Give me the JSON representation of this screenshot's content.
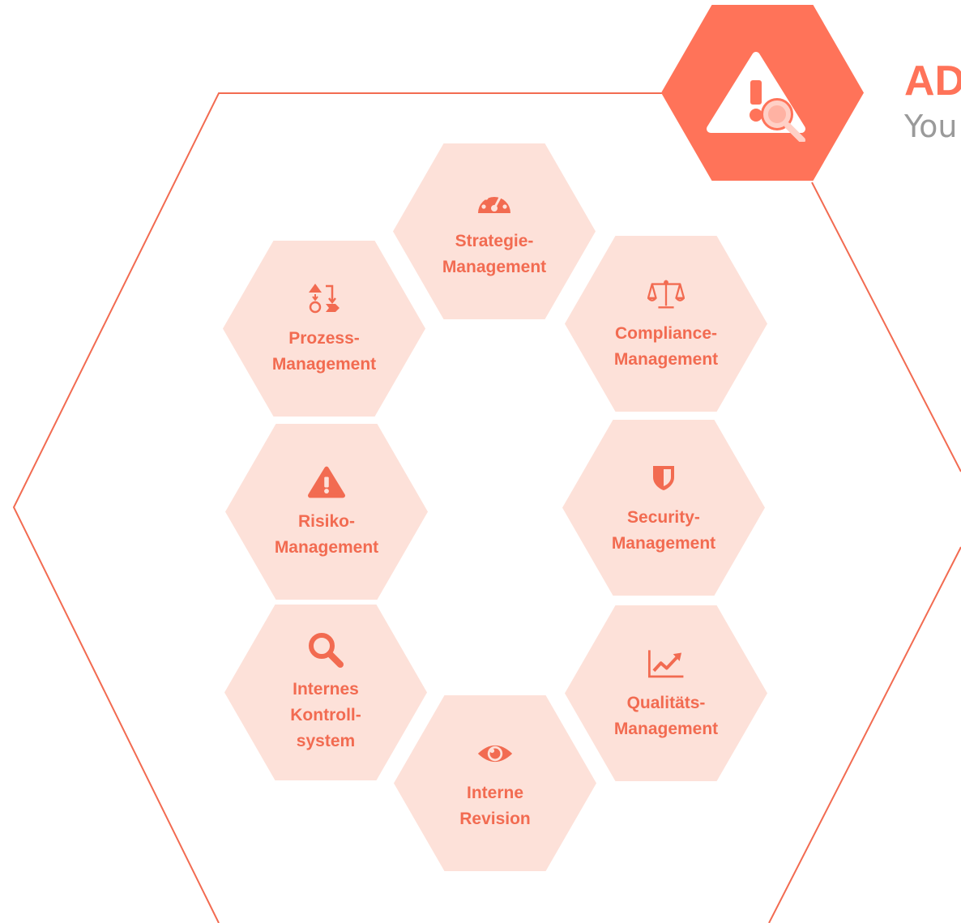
{
  "brand": {
    "title": "AD",
    "tagline": "You"
  },
  "colors": {
    "accent": "#ff7359",
    "tile_background": "#fde1d9",
    "tile_text": "#f26b51",
    "outline": "#f26b51",
    "tagline": "#9a9a9a"
  },
  "modules": [
    {
      "id": "strategie",
      "icon": "gauge-icon",
      "lines": [
        "Strategie-",
        "Management"
      ]
    },
    {
      "id": "compliance",
      "icon": "balance-scale-icon",
      "lines": [
        "Compliance-",
        "Management"
      ]
    },
    {
      "id": "security",
      "icon": "shield-icon",
      "lines": [
        "Security-",
        "Management"
      ]
    },
    {
      "id": "qualitaet",
      "icon": "line-chart-icon",
      "lines": [
        "Qualitäts-",
        "Management"
      ]
    },
    {
      "id": "revision",
      "icon": "eye-icon",
      "lines": [
        "Interne",
        "Revision"
      ]
    },
    {
      "id": "iks",
      "icon": "search-icon",
      "lines": [
        "Internes",
        "Kontroll-",
        "system"
      ]
    },
    {
      "id": "risiko",
      "icon": "warning-icon",
      "lines": [
        "Risiko-",
        "Management"
      ]
    },
    {
      "id": "prozess",
      "icon": "process-flow-icon",
      "lines": [
        "Prozess-",
        "Management"
      ]
    }
  ]
}
